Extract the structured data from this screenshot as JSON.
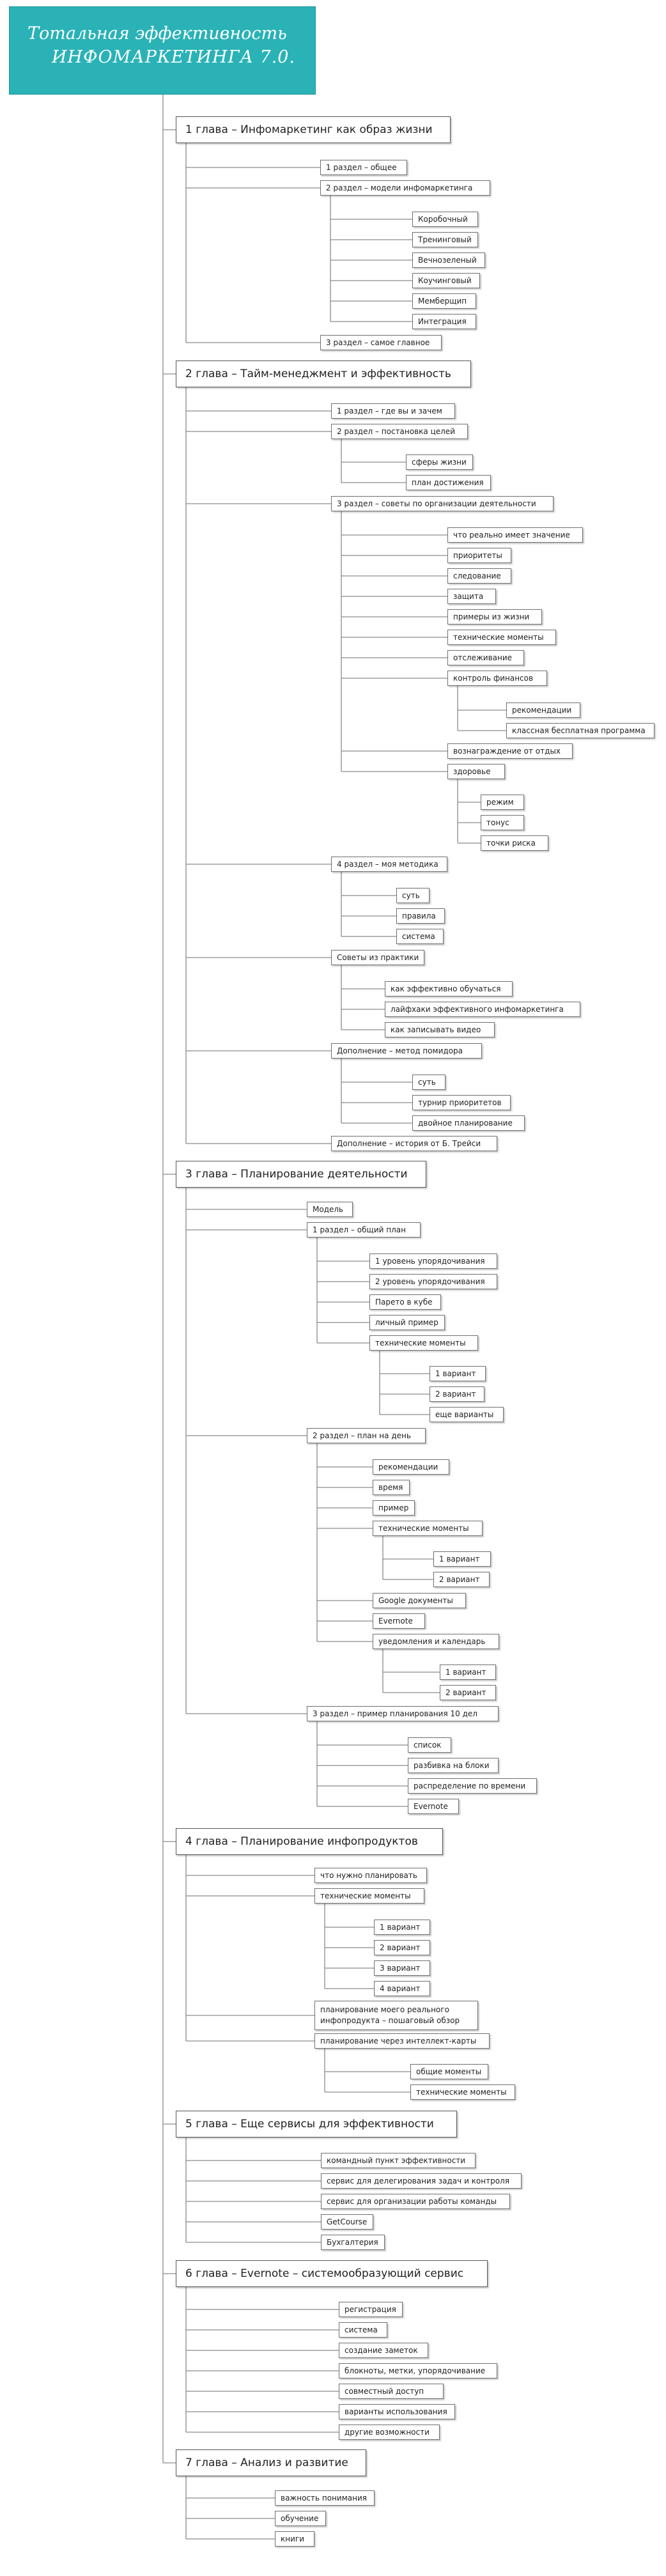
{
  "root": {
    "line1": "Тотальная эффективность",
    "line2": "ИНФОМАРКЕТИНГА 7.0."
  },
  "chapters": [
    {
      "title": "1 глава – Инфомаркетинг как образ жизни",
      "children": [
        {
          "label": "1 раздел – общее"
        },
        {
          "label": "2 раздел – модели инфомаркетинга",
          "children": [
            {
              "label": "Коробочный"
            },
            {
              "label": "Тренинговый"
            },
            {
              "label": "Вечнозеленый"
            },
            {
              "label": "Коучинговый"
            },
            {
              "label": "Мемберщип"
            },
            {
              "label": "Интеграция"
            }
          ]
        },
        {
          "label": "3 раздел – самое главное"
        }
      ]
    },
    {
      "title": "2 глава – Тайм-менеджмент и эффективность",
      "children": [
        {
          "label": "1 раздел – где вы и зачем"
        },
        {
          "label": "2 раздел – постановка целей",
          "children": [
            {
              "label": "сферы жизни"
            },
            {
              "label": "план достижения"
            }
          ]
        },
        {
          "label": "3 раздел – советы по организации деятельности",
          "children": [
            {
              "label": "что реально имеет значение"
            },
            {
              "label": "приоритеты"
            },
            {
              "label": "следование"
            },
            {
              "label": "защита"
            },
            {
              "label": "примеры из жизни"
            },
            {
              "label": "технические моменты"
            },
            {
              "label": "отслеживание"
            },
            {
              "label": "контроль финансов",
              "children": [
                {
                  "label": "рекомендации"
                },
                {
                  "label": "классная бесплатная программа"
                }
              ]
            },
            {
              "label": "вознаграждение от отдых"
            },
            {
              "label": "здоровье",
              "children": [
                {
                  "label": "режим"
                },
                {
                  "label": "тонус"
                },
                {
                  "label": "точки риска"
                }
              ]
            }
          ]
        },
        {
          "label": "4 раздел – моя методика",
          "children": [
            {
              "label": "суть"
            },
            {
              "label": "правила"
            },
            {
              "label": "система"
            }
          ]
        },
        {
          "label": "Советы из практики",
          "children": [
            {
              "label": "как эффективно обучаться"
            },
            {
              "label": "лайфхаки эффективного инфомаркетинга"
            },
            {
              "label": "как записывать видео"
            }
          ]
        },
        {
          "label": "Дополнение – метод помидора",
          "children": [
            {
              "label": "суть"
            },
            {
              "label": "турнир приоритетов"
            },
            {
              "label": "двойное планирование"
            }
          ]
        },
        {
          "label": "Дополнение – история от Б. Трейси"
        }
      ]
    },
    {
      "title": "3 глава – Планирование деятельности",
      "children": [
        {
          "label": "Модель"
        },
        {
          "label": "1 раздел – общий план",
          "children": [
            {
              "label": "1 уровень упорядочивания"
            },
            {
              "label": "2 уровень упорядочивания"
            },
            {
              "label": "Парето в кубе"
            },
            {
              "label": "личный пример"
            },
            {
              "label": "технические моменты",
              "children": [
                {
                  "label": "1 вариант"
                },
                {
                  "label": "2 вариант"
                },
                {
                  "label": "еще варианты"
                }
              ]
            }
          ]
        },
        {
          "label": "2 раздел – план на день",
          "children": [
            {
              "label": "рекомендации"
            },
            {
              "label": "время"
            },
            {
              "label": "пример"
            },
            {
              "label": "технические моменты",
              "children": [
                {
                  "label": "1 вариант"
                },
                {
                  "label": "2 вариант"
                }
              ]
            },
            {
              "label": "Google документы"
            },
            {
              "label": "Evernote"
            },
            {
              "label": "уведомления и календарь",
              "children": [
                {
                  "label": "1 вариант"
                },
                {
                  "label": "2 вариант"
                }
              ]
            }
          ]
        },
        {
          "label": "3 раздел – пример планирования 10 дел",
          "children": [
            {
              "label": "список"
            },
            {
              "label": "разбивка на блоки"
            },
            {
              "label": "распределение по времени"
            },
            {
              "label": "Evernote"
            }
          ]
        }
      ]
    },
    {
      "title": "4 глава – Планирование инфопродуктов",
      "children": [
        {
          "label": "что нужно планировать"
        },
        {
          "label": "технические моменты",
          "children": [
            {
              "label": "1 вариант"
            },
            {
              "label": "2 вариант"
            },
            {
              "label": "3 вариант"
            },
            {
              "label": "4 вариант"
            }
          ]
        },
        {
          "label": "планирование моего реального инфопродукта – пошаговый обзор"
        },
        {
          "label": "планирование через интеллект-карты",
          "children": [
            {
              "label": "общие моменты"
            },
            {
              "label": "технические моменты"
            }
          ]
        }
      ]
    },
    {
      "title": "5 глава – Еще сервисы для эффективности",
      "children": [
        {
          "label": "командный пункт эффективности"
        },
        {
          "label": "сервис для делегирования задач и контроля"
        },
        {
          "label": "сервис для организации работы команды"
        },
        {
          "label": "GetCourse"
        },
        {
          "label": "Бухгалтерия"
        }
      ]
    },
    {
      "title": "6 глава – Evernote – системообразующий сервис",
      "children": [
        {
          "label": "регистрация"
        },
        {
          "label": "система"
        },
        {
          "label": "создание заметок"
        },
        {
          "label": "блокноты, метки, упорядочивание"
        },
        {
          "label": "совместный доступ"
        },
        {
          "label": "варианты использования"
        },
        {
          "label": "другие возможности"
        }
      ]
    },
    {
      "title": "7 глава – Анализ и развитие",
      "children": [
        {
          "label": "важность понимания"
        },
        {
          "label": "обучение"
        },
        {
          "label": "книги"
        }
      ]
    }
  ]
}
